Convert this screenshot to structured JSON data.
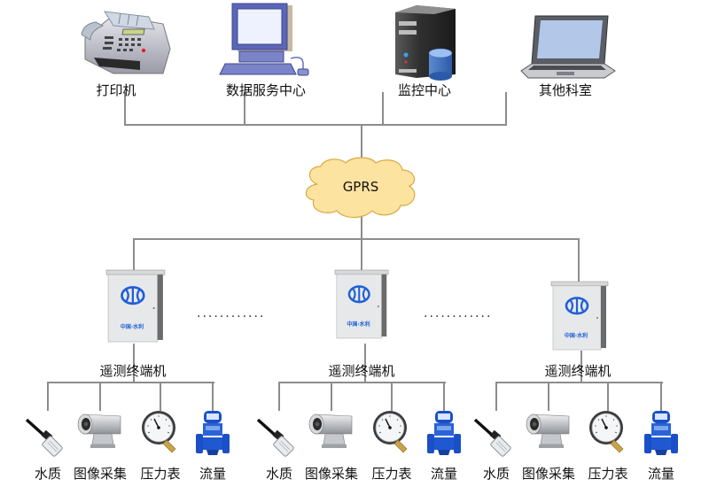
{
  "top_nodes": [
    {
      "id": "printer",
      "label": "打印机",
      "icon": "fax-printer-icon"
    },
    {
      "id": "data-center",
      "label": "数据服务中心",
      "icon": "desktop-computer-icon"
    },
    {
      "id": "monitor-center",
      "label": "监控中心",
      "icon": "server-database-icon"
    },
    {
      "id": "other-dept",
      "label": "其他科室",
      "icon": "laptop-icon"
    }
  ],
  "network": {
    "label": "GPRS",
    "icon": "cloud-icon",
    "fill": "#fde3a0",
    "stroke": "#d9a93f"
  },
  "terminals": [
    {
      "label": "遥测终端机",
      "cabinet_text": "中国·水利"
    },
    {
      "label": "遥测终端机",
      "cabinet_text": "中国·水利"
    },
    {
      "label": "遥测终端机",
      "cabinet_text": "中国·水利"
    }
  ],
  "ellipsis": "............",
  "sensors": [
    {
      "label": "水质",
      "icon": "water-quality-probe-icon"
    },
    {
      "label": "图像采集",
      "icon": "cctv-camera-icon"
    },
    {
      "label": "压力表",
      "icon": "pressure-gauge-icon"
    },
    {
      "label": "流量",
      "icon": "flow-meter-icon"
    }
  ],
  "colors": {
    "line": "#8c8c8c",
    "logo": "#1f5fd6",
    "meter": "#1a4fc8"
  }
}
